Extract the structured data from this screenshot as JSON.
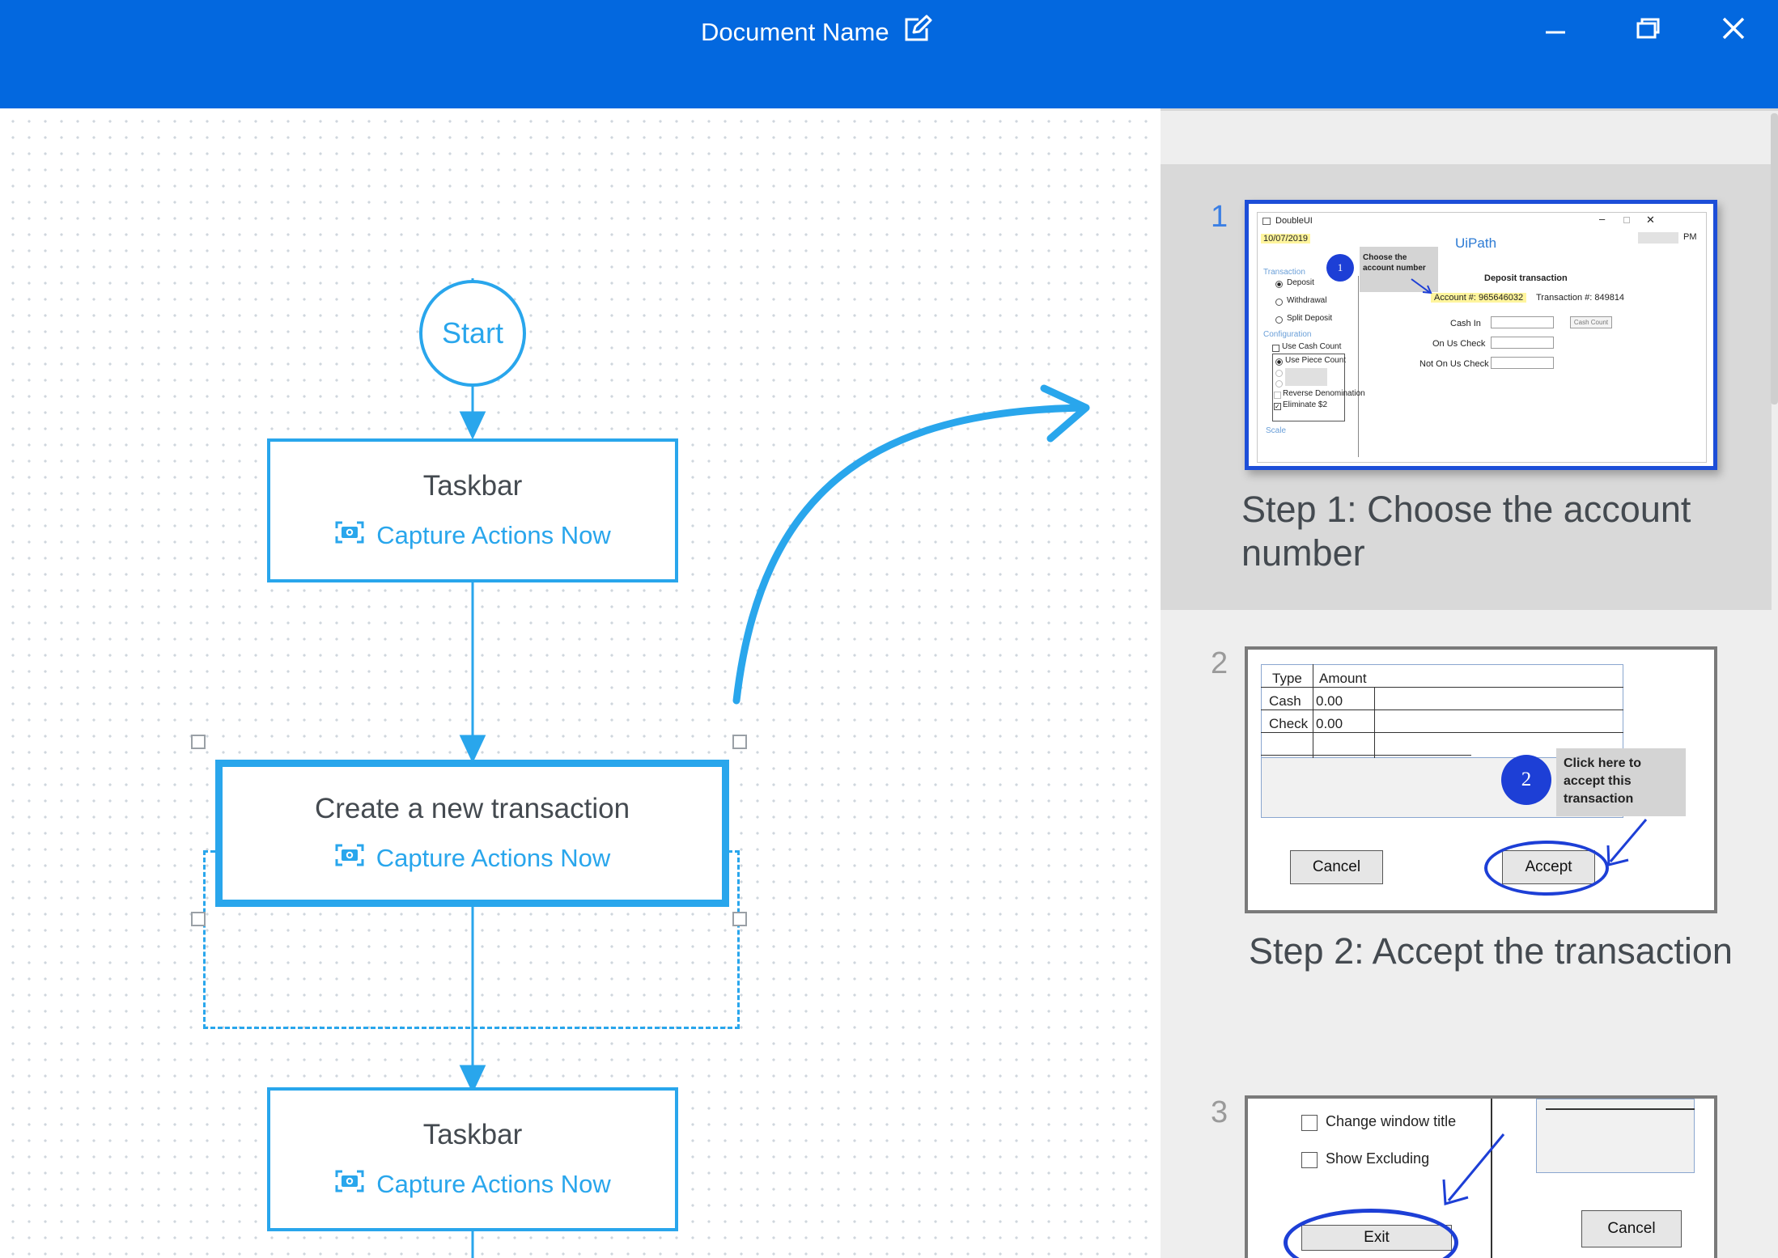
{
  "title_bar": {
    "document_name": "Document Name",
    "edit_icon": "edit-icon",
    "minimize_icon": "minimize-icon",
    "restore_icon": "restore-icon",
    "close_icon": "close-icon",
    "color": "#0368df"
  },
  "flow": {
    "start_label": "Start",
    "nodes": [
      {
        "title": "Taskbar",
        "capture_label": "Capture Actions Now"
      },
      {
        "title": "Create a new transaction",
        "capture_label": "Capture Actions Now"
      },
      {
        "title": "Taskbar",
        "capture_label": "Capture Actions Now"
      }
    ],
    "accent_color": "#29a6ec"
  },
  "steps": [
    {
      "number": "1",
      "caption": "Step 1: Choose the account number",
      "screenshot": {
        "window_title": "DoubleUI",
        "date": "10/07/2019",
        "pm": "PM",
        "brand": "UiPath",
        "callout_number": "1",
        "callout_text": "Choose the account number",
        "transaction_group": "Transaction",
        "radios": [
          "Deposit",
          "Withdrawal",
          "Split Deposit"
        ],
        "configuration_group": "Configuration",
        "use_cash_count": "Use Cash Count",
        "use_piece_count": "Use Piece Count",
        "reverse_denomination": "Reverse Denomination",
        "eliminate": "Eliminate $2",
        "scale": "Scale",
        "heading": "Deposit transaction",
        "account": "Account #: 965646032",
        "transaction": "Transaction #: 849814",
        "cash_in": "Cash In",
        "on_us_check": "On Us Check",
        "not_on_us_check": "Not On Us Check",
        "cash_count_button": "Cash Count"
      }
    },
    {
      "number": "2",
      "caption": "Step 2: Accept the transaction",
      "screenshot": {
        "col_type": "Type",
        "col_amount": "Amount",
        "rows": [
          {
            "type": "Cash",
            "amount": "0.00"
          },
          {
            "type": "Check",
            "amount": "0.00"
          }
        ],
        "callout_number": "2",
        "callout_text": "Click here to accept this transaction",
        "cancel": "Cancel",
        "accept": "Accept"
      }
    },
    {
      "number": "3",
      "caption": "",
      "screenshot": {
        "change_window_title": "Change window title",
        "show_excluding": "Show Excluding",
        "exit": "Exit",
        "cancel": "Cancel"
      }
    }
  ]
}
